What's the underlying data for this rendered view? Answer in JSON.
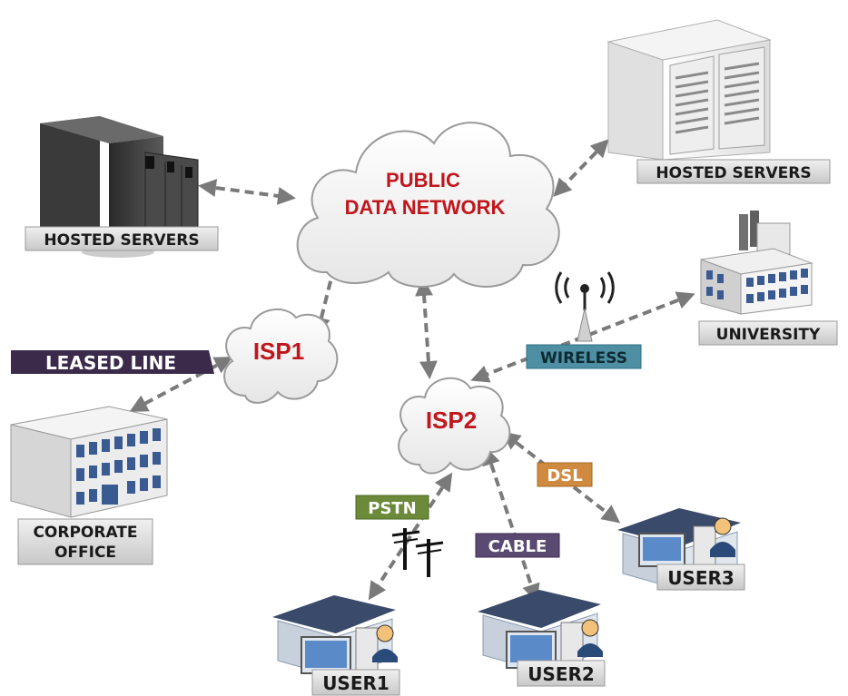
{
  "cloud_labels": {
    "public_network_line1": "PUBLIC",
    "public_network_line2": "DATA NETWORK",
    "isp1": "ISP1",
    "isp2": "ISP2"
  },
  "node_labels": {
    "hosted_servers_left": "HOSTED SERVERS",
    "hosted_servers_right": "HOSTED SERVERS",
    "university": "UNIVERSITY",
    "corporate_office_line1": "CORPORATE",
    "corporate_office_line2": "OFFICE",
    "user1": "USER1",
    "user2": "USER2",
    "user3": "USER3"
  },
  "connection_labels": {
    "leased_line": "LEASED LINE",
    "wireless": "WIRELESS",
    "pstn": "PSTN",
    "cable": "CABLE",
    "dsl": "DSL"
  },
  "colors": {
    "cloud_text": "#c0161c",
    "arrow": "#7a7a7a",
    "leased_line_bg": "#3b2a4a",
    "wireless_bg": "#4f8fa3",
    "pstn_bg": "#6b8a3a",
    "cable_bg": "#5a4a72",
    "dsl_bg": "#d08a40",
    "node_label_bg": "#d8d8d8"
  }
}
